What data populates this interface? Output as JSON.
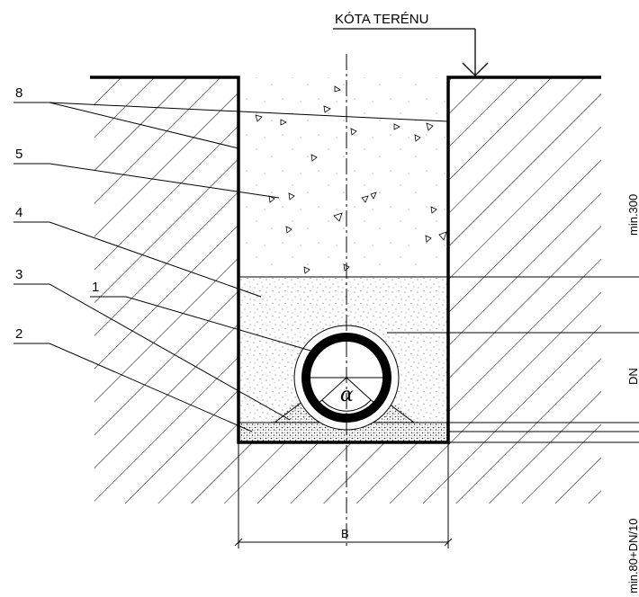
{
  "terrain_label": "KÓTA TERÉNU",
  "callouts": [
    {
      "number": "8"
    },
    {
      "number": "5"
    },
    {
      "number": "4"
    },
    {
      "number": "3"
    },
    {
      "number": "1"
    },
    {
      "number": "2"
    }
  ],
  "angle_symbol": "α",
  "width_label": "B",
  "dimensions": {
    "cover": "min.300",
    "pipe": "DN",
    "bedding": "min.80+DN/10"
  }
}
